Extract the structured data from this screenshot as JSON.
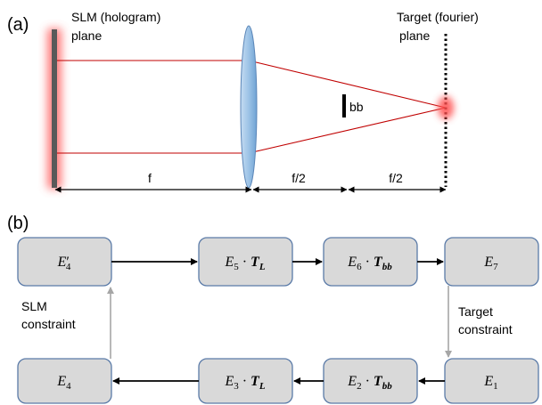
{
  "panel_a": {
    "label": "(a)",
    "slm_label_line1": "SLM (hologram)",
    "slm_label_line2": "plane",
    "target_label_line1": "Target (fourier)",
    "target_label_line2": "plane",
    "block_label": "bb",
    "dim_f": "f",
    "dim_half_1": "f/2",
    "dim_half_2": "f/2",
    "beam_color": "#c00000",
    "lens_color": "#9dc3e6",
    "glow_color": "#ff5050"
  },
  "panel_b": {
    "label": "(b)",
    "nodes": {
      "e4prime": {
        "base": "E",
        "sub": "4",
        "prime": "′",
        "op": "",
        "mat": "",
        "mat_sub": ""
      },
      "e5tl": {
        "base": "E",
        "sub": "5",
        "prime": "",
        "op": " · ",
        "mat": "T",
        "mat_sub": "L"
      },
      "e6tbb": {
        "base": "E",
        "sub": "6",
        "prime": "",
        "op": " · ",
        "mat": "T",
        "mat_sub": "bb"
      },
      "e7": {
        "base": "E",
        "sub": "7",
        "prime": "",
        "op": "",
        "mat": "",
        "mat_sub": ""
      },
      "e4": {
        "base": "E",
        "sub": "4",
        "prime": "",
        "op": "",
        "mat": "",
        "mat_sub": ""
      },
      "e3tl": {
        "base": "E",
        "sub": "3",
        "prime": "",
        "op": " · ",
        "mat": "T",
        "mat_sub": "L"
      },
      "e2tbb": {
        "base": "E",
        "sub": "2",
        "prime": "",
        "op": " · ",
        "mat": "T",
        "mat_sub": "bb"
      },
      "e1": {
        "base": "E",
        "sub": "1",
        "prime": "",
        "op": "",
        "mat": "",
        "mat_sub": ""
      }
    },
    "slm_constraint_line1": "SLM",
    "slm_constraint_line2": "constraint",
    "target_constraint_line1": "Target",
    "target_constraint_line2": "constraint"
  }
}
